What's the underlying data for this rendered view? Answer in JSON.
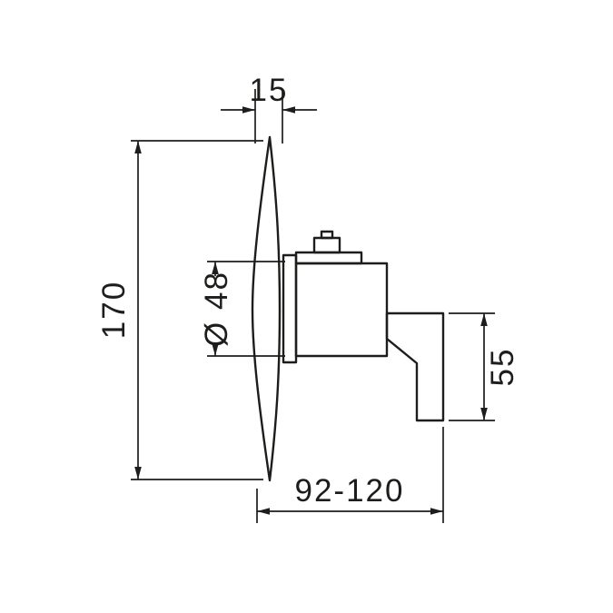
{
  "colors": {
    "line": "#1d1d1b",
    "background": "#ffffff"
  },
  "drawing": {
    "view": "side-elevation-technical-drawing",
    "labels": {
      "plate_thickness": "15",
      "plate_height": "170",
      "cartridge_diameter": "Ø 48",
      "handle_length": "55",
      "installation_depth": "92-120"
    }
  }
}
